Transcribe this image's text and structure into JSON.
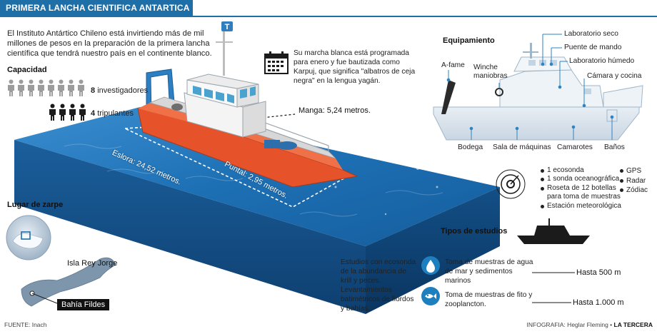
{
  "header": {
    "title": "PRIMERA LANCHA CIENTIFICA ANTARTICA"
  },
  "intro": {
    "text": "El Instituto Antártico Chileno está invirtiendo más de mil millones de pesos en la preparación de la primera lancha científica que tendrá nuestro país en el continente blanco."
  },
  "capacidad": {
    "heading": "Capacidad",
    "investigadores": {
      "count": "8",
      "label": "investigadores"
    },
    "tripulantes": {
      "count": "4",
      "label": "tripulantes"
    }
  },
  "calendar_note": {
    "text": "Su marcha blanca está programada para enero y fue bautizada como Karpuj, que significa \"albatros de ceja negra\" en la lengua yagán."
  },
  "dimensions": {
    "manga": "Manga: 5,24 metros.",
    "eslora": "Eslora: 24,52 metros.",
    "puntal": "Puntal: 2,95 metros."
  },
  "equipamiento": {
    "heading": "Equipamiento",
    "callouts": {
      "laboratorio_seco": "Laboratorio seco",
      "puente_de_mando": "Puente de mando",
      "laboratorio_humedo": "Laboratorio húmedo",
      "camara_y_cocina": "Cámara y cocina",
      "a_fame": "A-fame",
      "winche_line1": "Winche",
      "winche_line2": "maniobras",
      "bodega": "Bodega",
      "sala_de_maquinas": "Sala de máquinas",
      "camarotes": "Camarotes",
      "banos": "Baños"
    },
    "instruments": [
      "1 ecosonda",
      "1 sonda oceanográfica",
      "Roseta de 12 botellas para toma de muestras",
      "Estación meteorológica"
    ],
    "instruments_right": [
      "GPS",
      "Radar",
      "Zódiac"
    ]
  },
  "lugar_de_zarpe": {
    "heading": "Lugar de zarpe",
    "isla": "Isla Rey Jorge",
    "bahia": "Bahía Fildes"
  },
  "tipos_de_estudios": {
    "heading": "Tipos de estudios",
    "description": "Estudios con ecosonda de la abundancia de krill y peces. Levantamientos batimétricos de fiordos y bahías.",
    "items": [
      {
        "text": "Toma de muestras de agua de mar y sedimentos marinos",
        "depth": "Hasta 500 m",
        "icon": "water-drop-icon"
      },
      {
        "text": "Toma de muestras de fito y zooplancton.",
        "depth": "Hasta 1.000 m",
        "icon": "fish-icon"
      }
    ]
  },
  "footer": {
    "source": "FUENTE: Inach",
    "credit_prefix": "INFOGRAFIA: Heglar Fleming • ",
    "credit_brand": "LA TERCERA"
  },
  "colors": {
    "title_blue": "#1e6fa8",
    "sea_blue": "#1a6fb5",
    "hull_orange": "#e6532b"
  }
}
